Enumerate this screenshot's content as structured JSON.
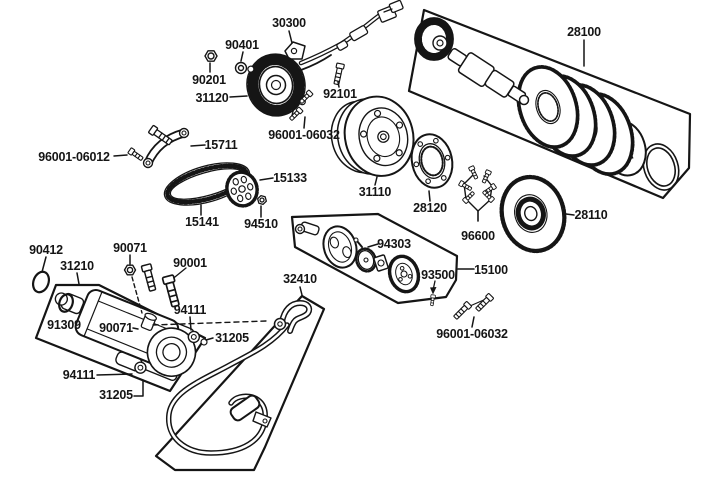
{
  "colors": {
    "line": "#151515",
    "background": "#ffffff"
  },
  "labels": [
    {
      "id": "30300",
      "text": "30300"
    },
    {
      "id": "28100",
      "text": "28100"
    },
    {
      "id": "90401",
      "text": "90401"
    },
    {
      "id": "90201",
      "text": "90201"
    },
    {
      "id": "31120",
      "text": "31120"
    },
    {
      "id": "92101",
      "text": "92101"
    },
    {
      "id": "96001-06032-top",
      "text": "96001-06032"
    },
    {
      "id": "96001-06012",
      "text": "96001-06012"
    },
    {
      "id": "15711",
      "text": "15711"
    },
    {
      "id": "15133",
      "text": "15133"
    },
    {
      "id": "15141",
      "text": "15141"
    },
    {
      "id": "94510",
      "text": "94510"
    },
    {
      "id": "31110",
      "text": "31110"
    },
    {
      "id": "28120",
      "text": "28120"
    },
    {
      "id": "96600",
      "text": "96600"
    },
    {
      "id": "28110",
      "text": "28110"
    },
    {
      "id": "94303",
      "text": "94303"
    },
    {
      "id": "93500",
      "text": "93500"
    },
    {
      "id": "15100",
      "text": "15100"
    },
    {
      "id": "96001-06032-bottom",
      "text": "96001-06032"
    },
    {
      "id": "90412",
      "text": "90412"
    },
    {
      "id": "31210",
      "text": "31210"
    },
    {
      "id": "90071-top",
      "text": "90071"
    },
    {
      "id": "90001",
      "text": "90001"
    },
    {
      "id": "91309",
      "text": "91309"
    },
    {
      "id": "90071-mid",
      "text": "90071"
    },
    {
      "id": "94111-upper",
      "text": "94111"
    },
    {
      "id": "31205-right",
      "text": "31205"
    },
    {
      "id": "94111-lower",
      "text": "94111"
    },
    {
      "id": "31205-lower",
      "text": "31205"
    },
    {
      "id": "32410",
      "text": "32410"
    }
  ]
}
